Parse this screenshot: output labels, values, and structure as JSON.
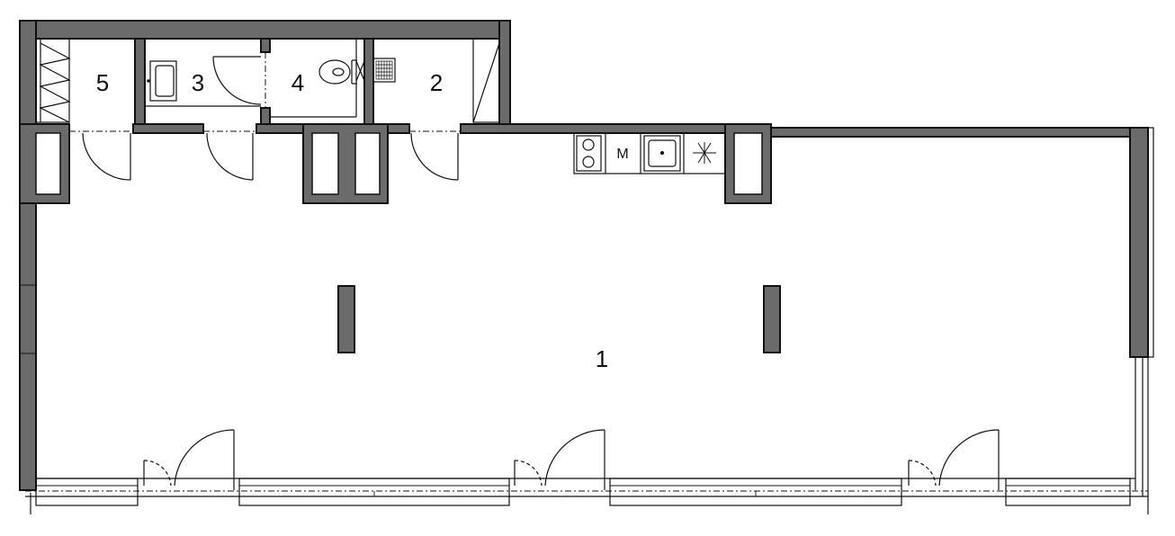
{
  "rooms": [
    {
      "id": "1",
      "label": "1"
    },
    {
      "id": "2",
      "label": "2"
    },
    {
      "id": "3",
      "label": "3"
    },
    {
      "id": "4",
      "label": "4"
    },
    {
      "id": "5",
      "label": "5"
    }
  ],
  "kitchen": {
    "appliance_label": "M"
  }
}
